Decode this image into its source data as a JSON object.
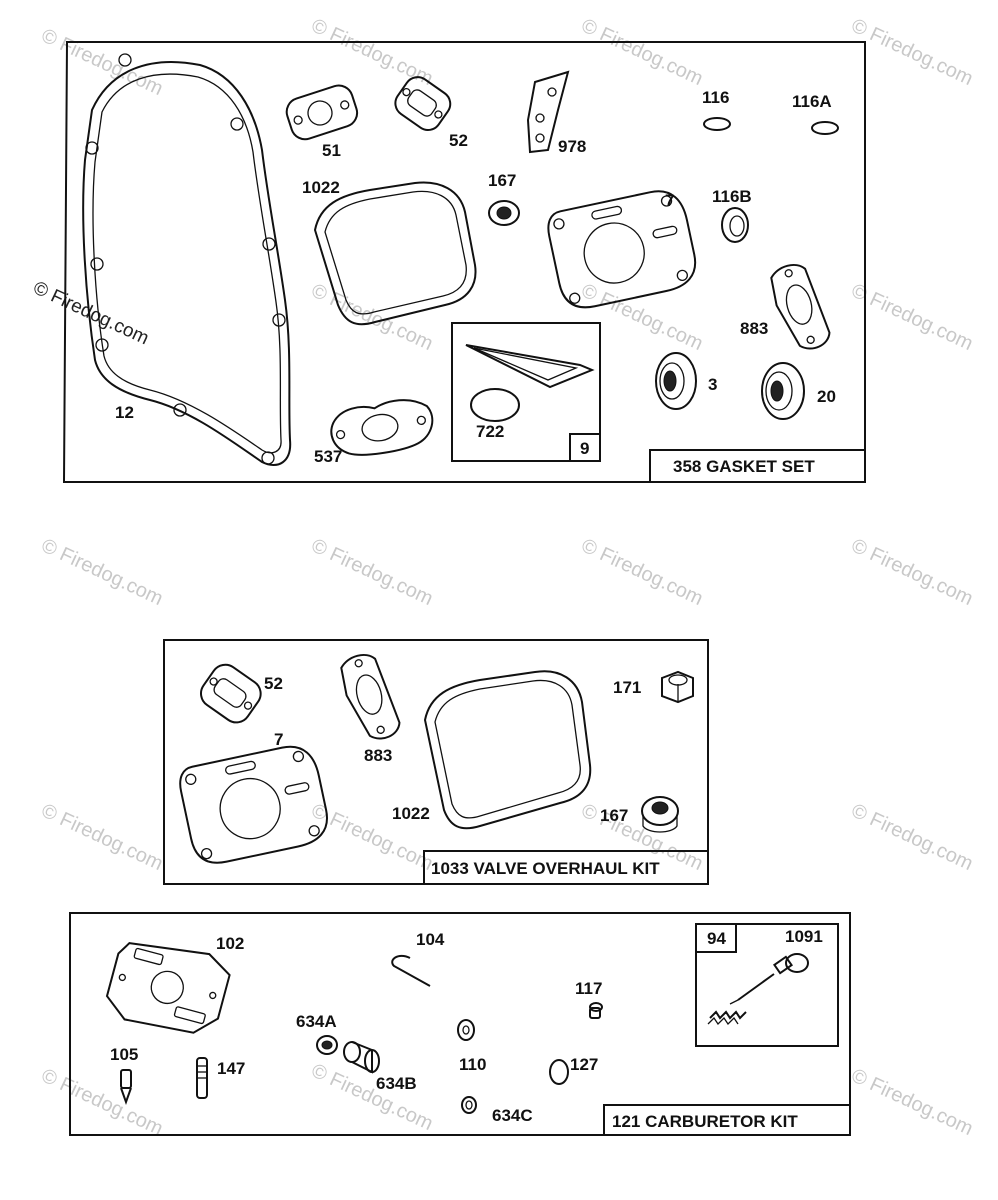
{
  "watermark": "© Firedog.com",
  "panels": {
    "gasket_set": {
      "title": "358 GASKET SET",
      "inset_label": "9",
      "labels": {
        "p12": "12",
        "p51": "51",
        "p52": "52",
        "p978": "978",
        "p116": "116",
        "p116a": "116A",
        "p1022": "1022",
        "p167": "167",
        "p7": "7",
        "p116b": "116B",
        "p883": "883",
        "p3": "3",
        "p20": "20",
        "p537": "537",
        "p722": "722"
      }
    },
    "valve_kit": {
      "title": "1033 VALVE OVERHAUL KIT",
      "labels": {
        "p52": "52",
        "p883": "883",
        "p171": "171",
        "p7": "7",
        "p1022": "1022",
        "p167": "167"
      }
    },
    "carb_kit": {
      "title": "121 CARBURETOR KIT",
      "inset_label": "94",
      "labels": {
        "p102": "102",
        "p104": "104",
        "p1091": "1091",
        "p117": "117",
        "p634a": "634A",
        "p105": "105",
        "p147": "147",
        "p110": "110",
        "p127": "127",
        "p634b": "634B",
        "p634c": "634C"
      }
    }
  }
}
